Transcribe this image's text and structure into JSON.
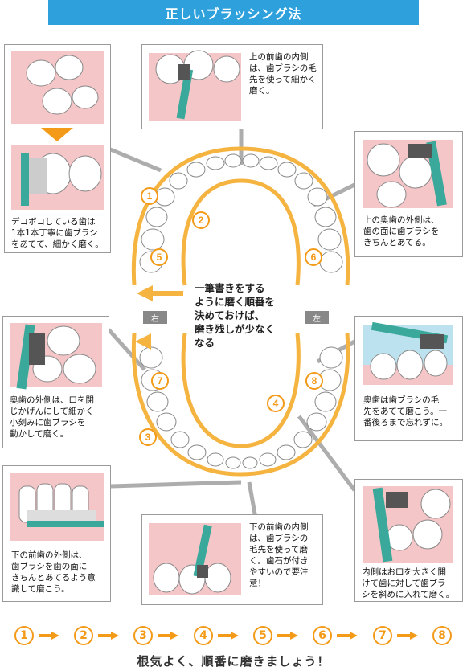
{
  "title": "正しいブラッシング法",
  "center_text": [
    "一筆書きをする",
    "ように磨く順番を",
    "決めておけば、",
    "磨き残しが少なく",
    "なる"
  ],
  "side_labels": {
    "right": "右",
    "left": "左"
  },
  "step_numbers": [
    "1",
    "2",
    "3",
    "4",
    "5",
    "6",
    "7",
    "8"
  ],
  "captions": {
    "upper_front_inner": [
      "上の前歯の内側",
      "は、歯ブラシの毛",
      "先を使って細かく",
      "磨く。"
    ],
    "uneven_teeth": [
      "デコボコしている歯は",
      "1本1本丁寧に歯ブラシ",
      "をあてて、細かく磨く。"
    ],
    "upper_back_outer": [
      "上の奥歯の外側は、",
      "歯の面に歯ブラシを",
      "きちんとあてる。"
    ],
    "back_teeth_outer": [
      "奥歯の外側は、口を閉",
      "じかげんにして細かく",
      "小刻みに歯ブラシを",
      "動かして磨く。"
    ],
    "back_teeth_tip": [
      "奥歯は歯ブラシの毛",
      "先をあてて磨こう。一",
      "番後ろまで忘れずに。"
    ],
    "lower_front_outer": [
      "下の前歯の外側は、",
      "歯ブラシを歯の面に",
      "きちんとあてるよう意",
      "識して磨こう。"
    ],
    "lower_front_inner": [
      "下の前歯の内側",
      "は、歯ブラシの",
      "毛先を使って磨",
      "く。歯石が付き",
      "やすいので要注",
      "意！"
    ],
    "inner_side": [
      "内側はお口を大きく開",
      "けて歯に対して歯ブラ",
      "シを斜めに入れて磨く。"
    ]
  },
  "footer": "根気よく、順番に磨きましょう！",
  "colors": {
    "accent_orange": "#f39a18",
    "title_blue": "#2ea1dd",
    "gum_pink": "#f5c6c8",
    "brush_teal": "#3aa89a"
  }
}
